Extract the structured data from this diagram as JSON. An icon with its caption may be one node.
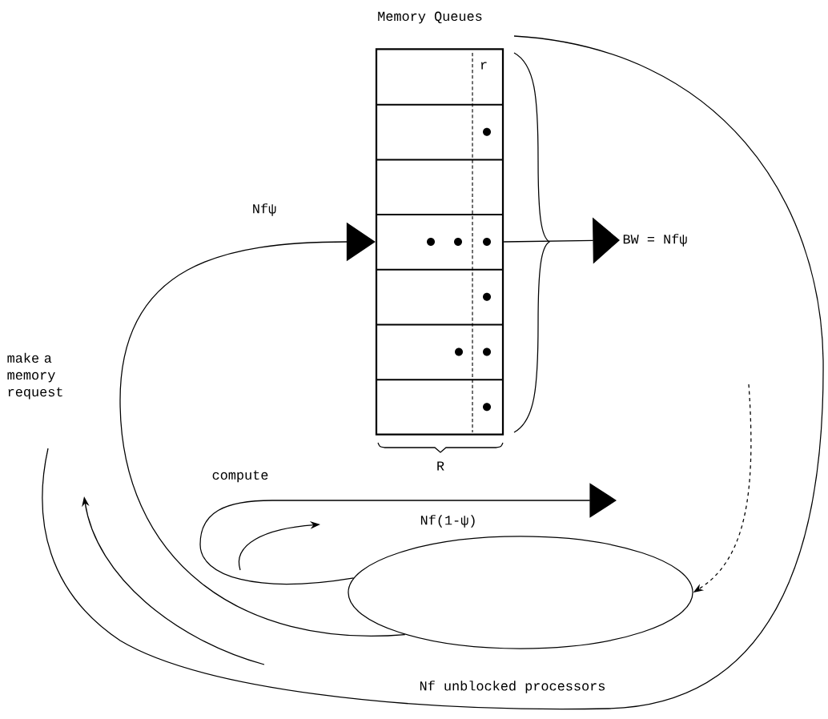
{
  "diagram": {
    "nodes": [
      {
        "text": [
          "Memory Queues"
        ]
      },
      {
        "text": [
          "BW = Nfψ"
        ]
      },
      {
        "text": [
          "Nf unblocked processors"
        ]
      }
    ],
    "edges": [
      {
        "from": 0,
        "to": 1,
        "arrow": "to"
      },
      {
        "from": 2,
        "to": 0,
        "arrow": "to",
        "label": "Nfψ"
      },
      {
        "from": 2,
        "to": null,
        "arrow": "to",
        "label": "Nf(1-ψ)"
      },
      {
        "from": null,
        "to": 2,
        "arrow": "to",
        "style": "dashed"
      }
    ],
    "labels": [
      "r",
      "make a memory request",
      "R",
      "compute"
    ]
  }
}
